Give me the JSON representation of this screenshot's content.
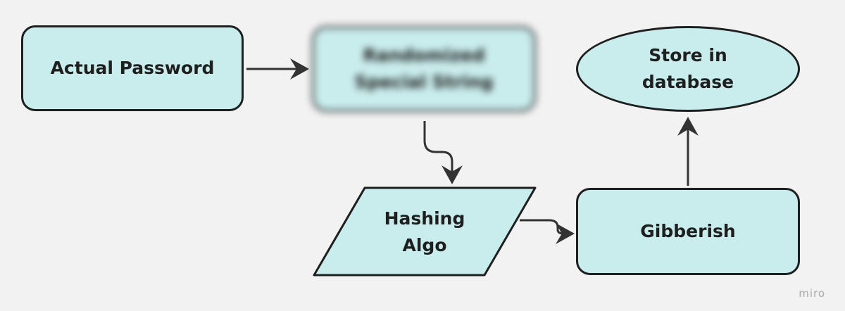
{
  "diagram": {
    "nodes": {
      "actual_password": "Actual Password",
      "randomized_string": "Randomized Special String",
      "hashing_algo_line1": "Hashing",
      "hashing_algo_line2": "Algo",
      "gibberish": "Gibberish",
      "store_line1": "Store in",
      "store_line2": "database"
    },
    "colors": {
      "fill": "#c9ecec",
      "stroke": "#1f1f1f",
      "background": "#f2f2f2"
    }
  },
  "watermark": "miro"
}
